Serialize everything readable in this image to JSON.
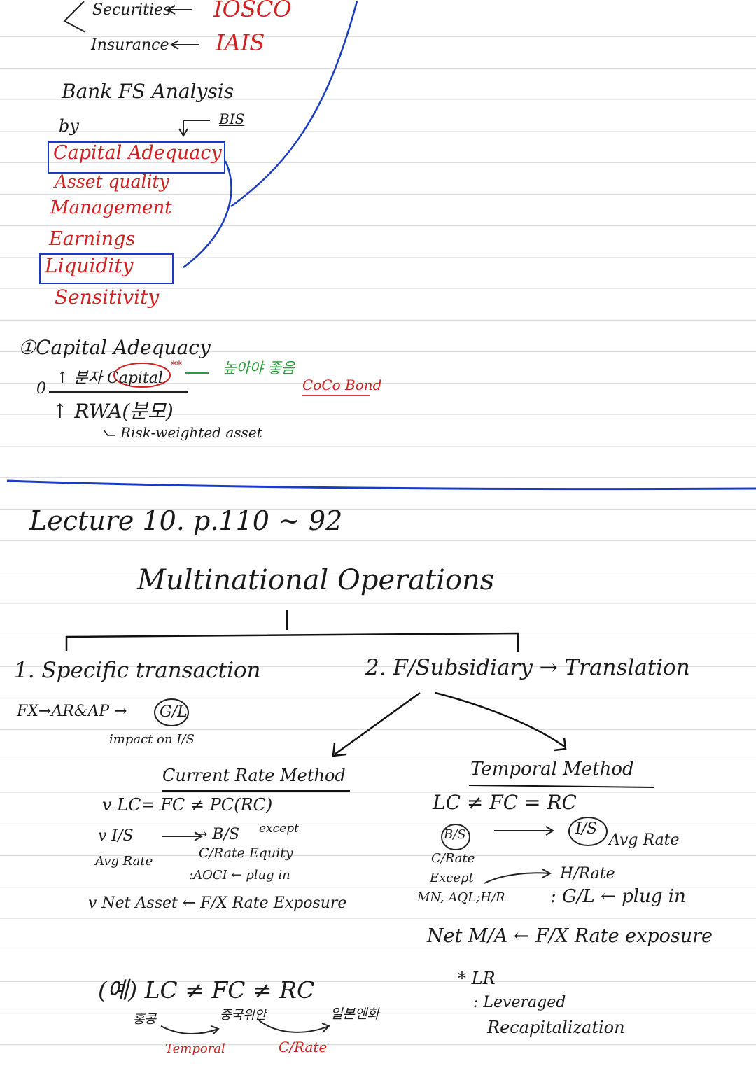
{
  "top_regulators": [
    {
      "sector": "Securities",
      "body": "IOSCO"
    },
    {
      "sector": "Insurance",
      "body": "IAIS"
    }
  ],
  "bank_fs": {
    "title": "Bank FS Analysis",
    "by": "by",
    "bis": "BIS",
    "camels": [
      "Capital Adequacy",
      "Asset quality",
      "Management",
      "Earnings",
      "Liquidity",
      "Sensitivity"
    ]
  },
  "capital_adequacy": {
    "heading": "①Capital Adequacy",
    "numerator": "↑ 분자 Capital",
    "stars": "**",
    "note": "높아야 좋음",
    "bond": "CoCo Bond",
    "denominator": "↑ RWA(분모)",
    "rwa_def": "Risk-weighted asset",
    "zero": "0"
  },
  "lecture": {
    "header": "Lecture 10. p.110 ~ 92",
    "title": "Multinational Operations",
    "branch1": "1. Specific transaction",
    "branch1_line1": "FX→AR&AP →",
    "gl": "G/L",
    "impact": "impact on I/S",
    "branch2": "2. F/Subsidiary → Translation",
    "crm": {
      "title": "Current Rate Method",
      "line1": "v LC= FC ≠ PC(RC)",
      "line2a": "v I/S",
      "line2b": "→ B/S",
      "except": "except",
      "avg": "Avg Rate",
      "crate": "C/Rate Equity",
      "aoci": ":AOCI ← plug in",
      "net": "v Net Asset ← F/X Rate Exposure"
    },
    "temporal": {
      "title": "Temporal Method",
      "line1": "LC ≠ FC = RC",
      "bs": "B/S",
      "is": "I/S",
      "avg": "Avg Rate",
      "crate": "C/Rate",
      "except": "Except",
      "hrate": "H/Rate",
      "mnaq": "MN, AQL;H/R",
      "gl": ": G/L ← plug in",
      "net": "Net M/A ← F/X Rate exposure"
    },
    "example": {
      "line": "(예) LC ≠ FC ≠ RC",
      "a": "홍콩",
      "b": "중국위안",
      "c": "일본엔화",
      "t1": "Temporal",
      "t2": "C/Rate"
    },
    "lr": {
      "star": "* LR",
      "l1": ": Leveraged",
      "l2": "Recapitalization"
    }
  }
}
